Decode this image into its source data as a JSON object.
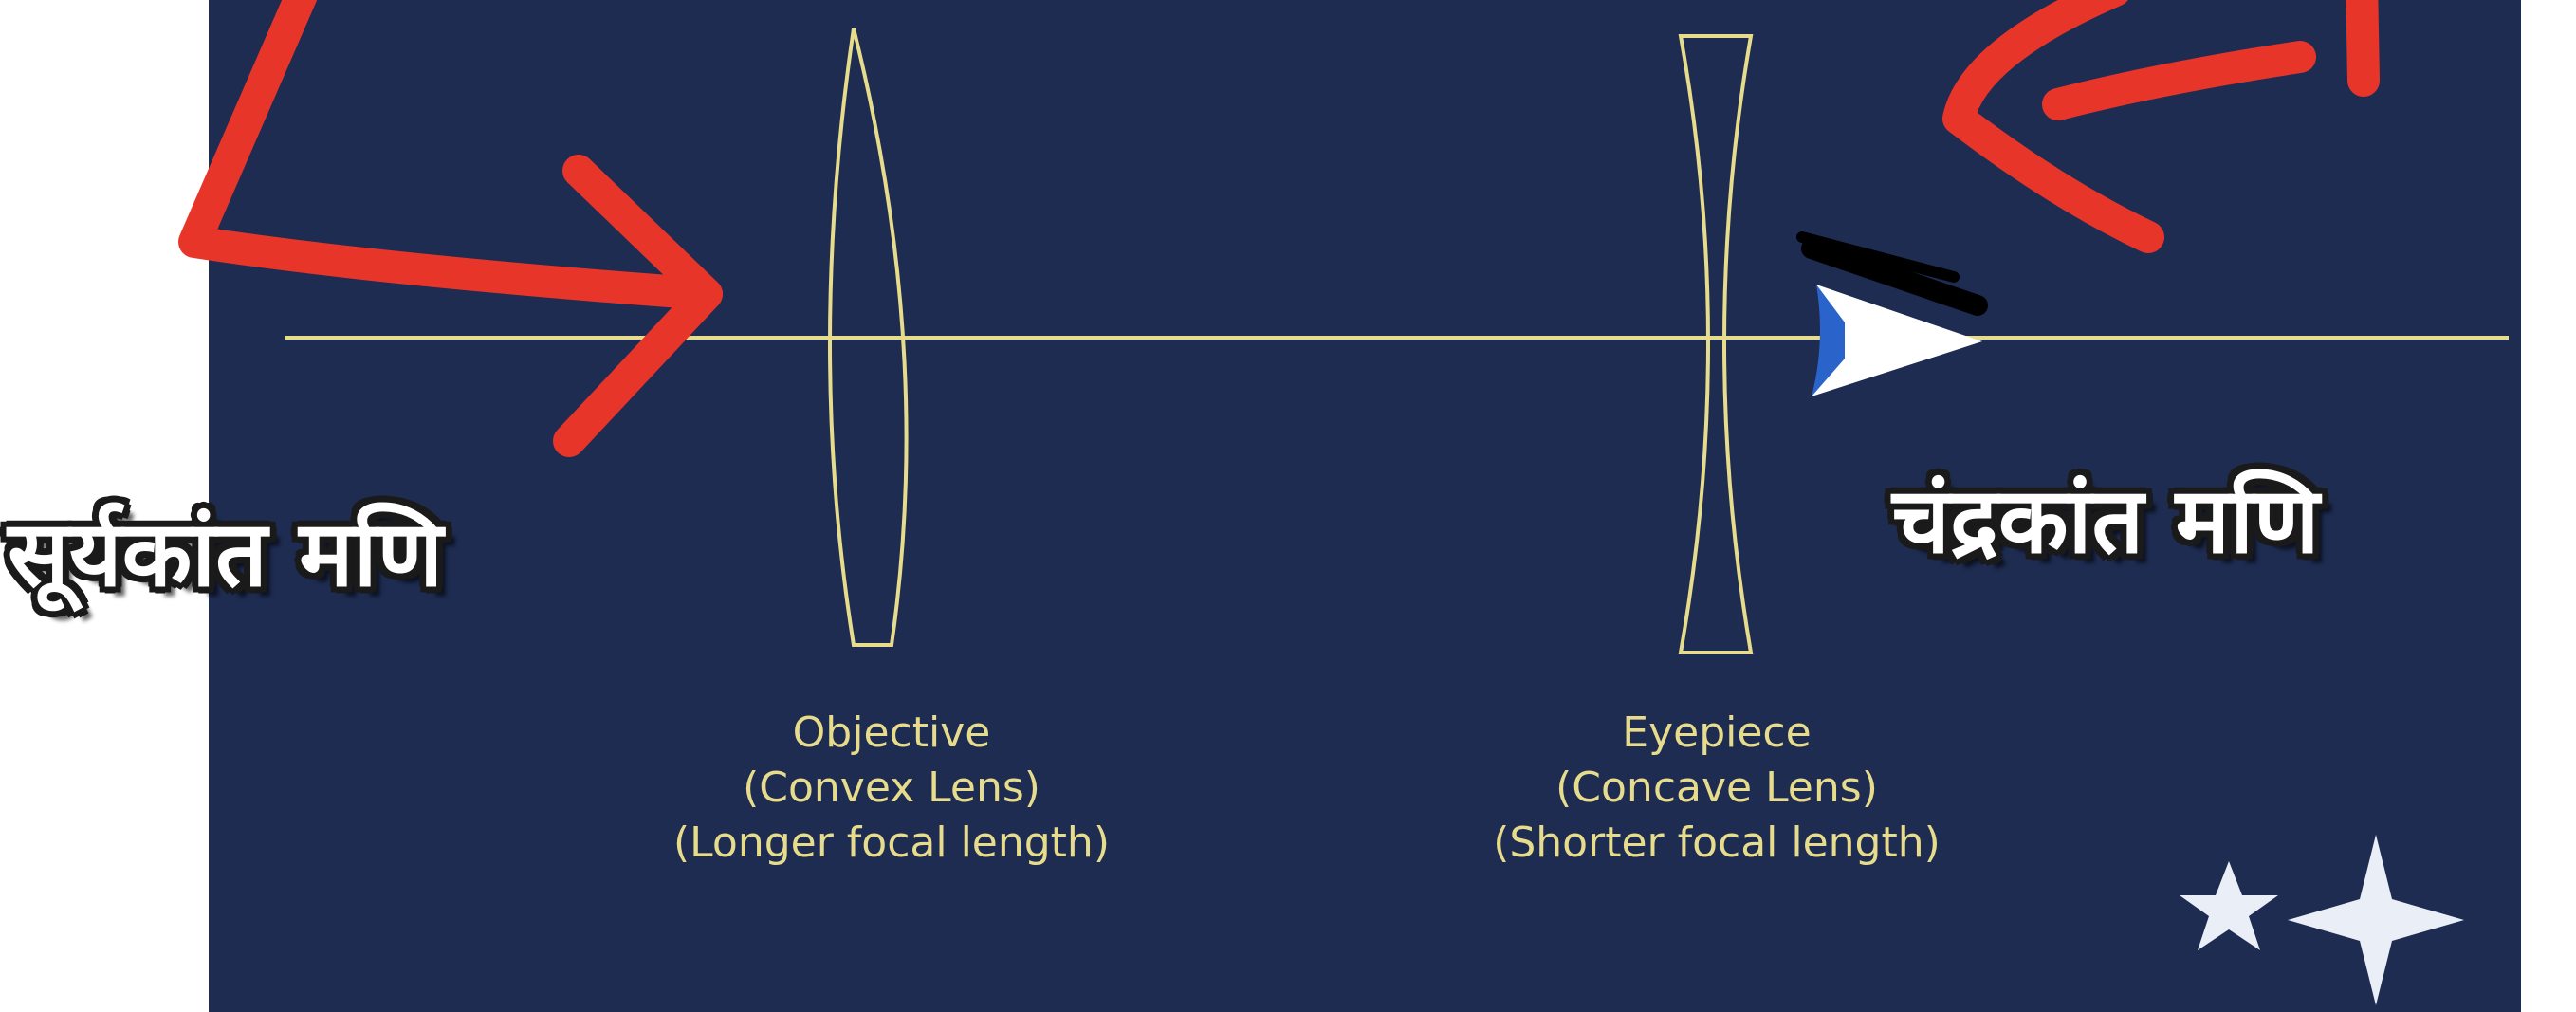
{
  "colors": {
    "panel_bg": "#1e2c52",
    "optic_line": "#e6dc8c",
    "label_text": "#e6dc8c",
    "annotation_red": "#e8352a",
    "star": "#e9eef7"
  },
  "objective": {
    "line1": "Objective",
    "line2": "(Convex Lens)",
    "line3": "(Longer focal length)"
  },
  "eyepiece": {
    "line1": "Eyepiece",
    "line2": "(Concave Lens)",
    "line3": "(Shorter focal length)"
  },
  "annotations": {
    "left_label": "सूर्यकांत मणि",
    "right_label": "चंद्रकांत मणि"
  }
}
